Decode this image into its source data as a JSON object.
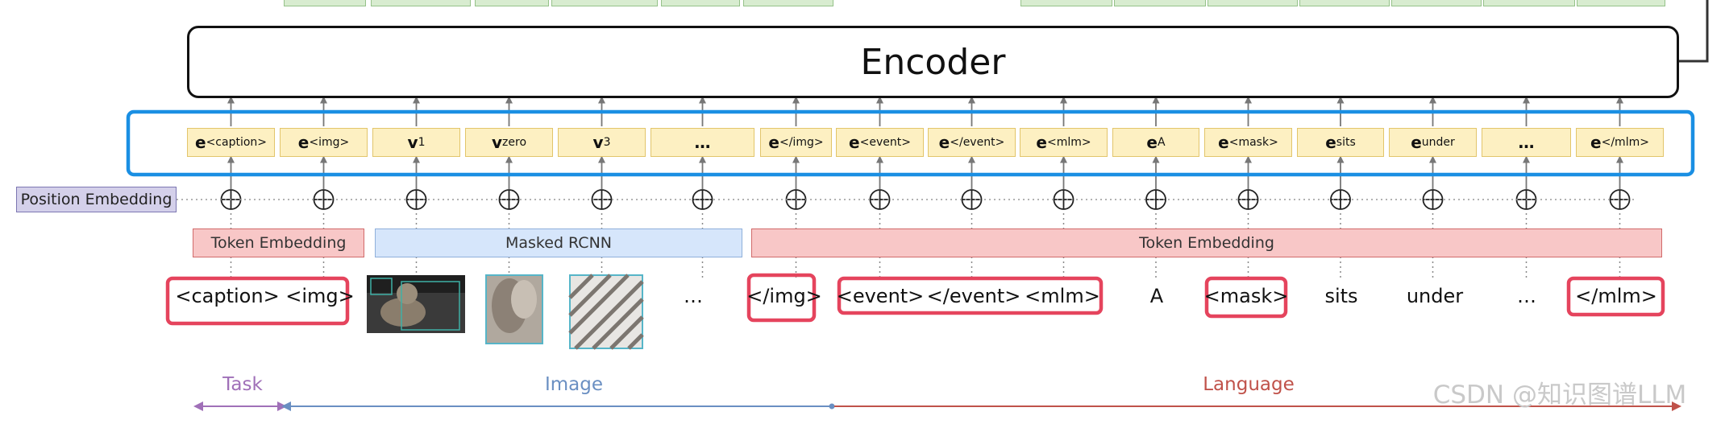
{
  "encoder_label": "Encoder",
  "position_embedding_label": "Position Embedding",
  "token_embedding_left_label": "Token Embedding",
  "masked_rcnn_label": "Masked RCNN",
  "token_embedding_right_label": "Token Embedding",
  "embeddings": [
    {
      "base": "e",
      "sub": "<caption>"
    },
    {
      "base": "e",
      "sub": "<img>"
    },
    {
      "base": "v",
      "sub": "1"
    },
    {
      "base": "v",
      "sub": "zero"
    },
    {
      "base": "v",
      "sub": "3"
    },
    {
      "base": "…",
      "sub": ""
    },
    {
      "base": "e",
      "sub": "</img>"
    },
    {
      "base": "e",
      "sub": "<event>"
    },
    {
      "base": "e",
      "sub": "</event>"
    },
    {
      "base": "e",
      "sub": "<mlm>"
    },
    {
      "base": "e",
      "sub": "A"
    },
    {
      "base": "e",
      "sub": "<mask>"
    },
    {
      "base": "e",
      "sub": "sits"
    },
    {
      "base": "e",
      "sub": "under"
    },
    {
      "base": "…",
      "sub": ""
    },
    {
      "base": "e",
      "sub": "</mlm>"
    }
  ],
  "input_tokens": {
    "caption": "<caption>",
    "img": "<img>",
    "ellipsis_1": "…",
    "img_close": "</img>",
    "event": "<event>",
    "event_close": "</event>",
    "mlm": "<mlm>",
    "a": "A",
    "mask": "<mask>",
    "sits": "sits",
    "under": "under",
    "ellipsis_2": "…",
    "mlm_close": "</mlm>"
  },
  "segments": {
    "task": "Task",
    "image": "Image",
    "language": "Language"
  },
  "watermark": "CSDN @知识图谱LLM",
  "colors": {
    "highlight_blue": "#1a8fe3",
    "highlight_red": "#e5445d",
    "task_color": "#a070b8",
    "image_color": "#6a8fc2",
    "language_color": "#c0524a"
  }
}
